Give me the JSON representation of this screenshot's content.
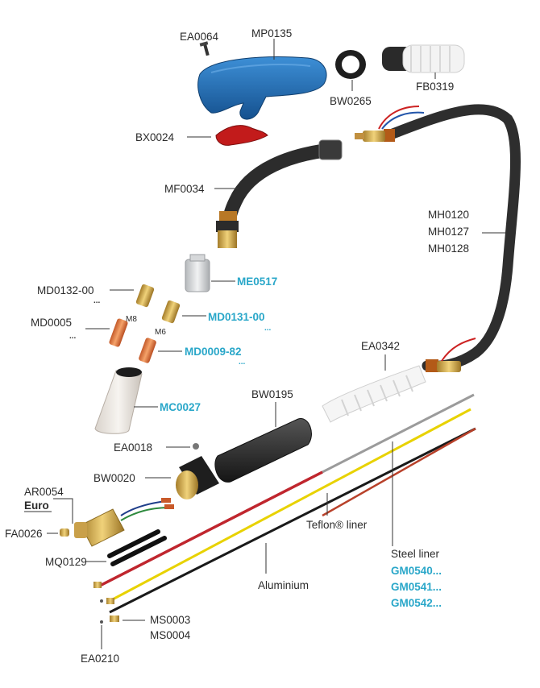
{
  "labels": {
    "ea0064": "EA0064",
    "mp0135": "MP0135",
    "bw0265": "BW0265",
    "fb0319": "FB0319",
    "bx0024": "BX0024",
    "mf0034": "MF0034",
    "mh0120": "MH0120",
    "mh0127": "MH0127",
    "mh0128": "MH0128",
    "me0517": "ME0517",
    "md0132": "MD0132-00",
    "md0131": "MD0131-00",
    "md0005": "MD0005",
    "m8": "M8",
    "m6": "M6",
    "md0009": "MD0009-82",
    "mc0027": "MC0027",
    "ea0342": "EA0342",
    "bw0195": "BW0195",
    "ea0018": "EA0018",
    "bw0020": "BW0020",
    "ar0054": "AR0054",
    "euro": "Euro",
    "fa0026": "FA0026",
    "mq0129": "MQ0129",
    "teflon": "Teflon® liner",
    "steel": "Steel liner",
    "gm0540": "GM0540...",
    "gm0541": "GM0541...",
    "gm0542": "GM0542...",
    "aluminium": "Aluminium",
    "ms0003": "MS0003",
    "ms0004": "MS0004",
    "ea0210": "EA0210",
    "more_dots": "..."
  },
  "colors": {
    "highlight": "#2aa7c9",
    "handle_blue": "#1f6fb5",
    "cable": "#3a3a3a",
    "brass": "#c9a04a",
    "red_liner": "#c0262e",
    "yellow_liner": "#e8d200"
  }
}
